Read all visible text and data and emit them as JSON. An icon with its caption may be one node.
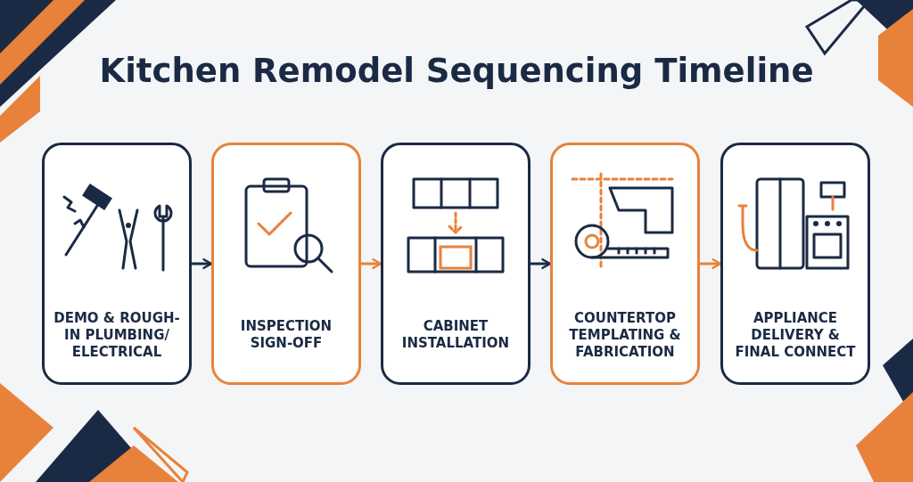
{
  "diagram": {
    "title": "Kitchen Remodel Sequencing Timeline",
    "nodes": [
      {
        "text": [
          "DEMO & ROUGH-IN PLUMBING/ ELECTRICAL"
        ]
      },
      {
        "text": [
          "INSPECTION SIGN-OFF"
        ]
      },
      {
        "text": [
          "CABINET INSTALLATION"
        ]
      },
      {
        "text": [
          "COUNTERTOP TEMPLATING & FABRICATION"
        ]
      },
      {
        "text": [
          "APPLIANCE DELIVERY & FINAL CONNECT"
        ]
      }
    ],
    "edges": [
      {
        "from": 0,
        "to": 1,
        "arrow": "to"
      },
      {
        "from": 1,
        "to": 2,
        "arrow": "to",
        "color": "#e8823a"
      },
      {
        "from": 2,
        "to": 3,
        "arrow": "to"
      },
      {
        "from": 3,
        "to": 4,
        "arrow": "to",
        "color": "#e8823a"
      }
    ]
  }
}
